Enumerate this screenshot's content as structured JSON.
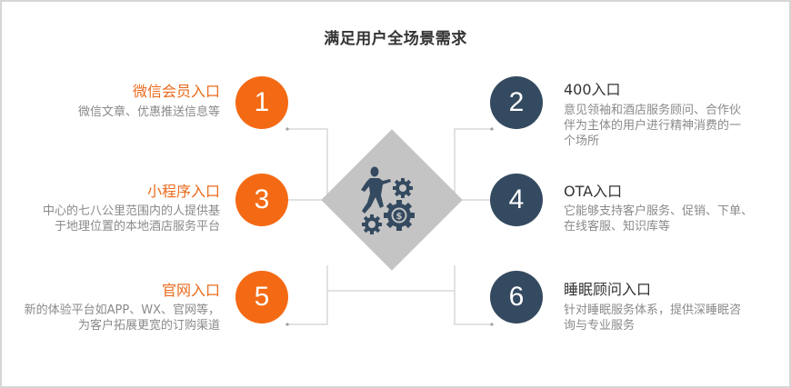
{
  "title": "满足用户全场景需求",
  "colors": {
    "orange": "#f46a14",
    "navy": "#344a60",
    "diamond": "#c4c4c4",
    "connector": "#d9d9d9",
    "icon": "#344a60"
  },
  "center": {
    "icon": "person-climbing-gears-dollar-icon"
  },
  "left_items": [
    {
      "number": "1",
      "title": "微信会员入口",
      "desc_lines": [
        "微信文章、优惠推送信息等"
      ]
    },
    {
      "number": "3",
      "title": "小程序入口",
      "desc_lines": [
        "中心的七八公里范围内的人提供基",
        "于地理位置的本地酒店服务平台"
      ]
    },
    {
      "number": "5",
      "title": "官网入口",
      "desc_lines": [
        "新的体验平台如APP、WX、官网等，",
        "为客户拓展更宽的订购渠道"
      ]
    }
  ],
  "right_items": [
    {
      "number": "2",
      "title": "400入口",
      "desc_lines": [
        "意见领袖和酒店服务顾问、合作伙",
        "伴为主体的用户进行精神消费的一",
        "个场所"
      ]
    },
    {
      "number": "4",
      "title": "OTA入口",
      "desc_lines": [
        "它能够支持客户服务、促销、下单、",
        "在线客服、知识库等"
      ]
    },
    {
      "number": "6",
      "title": "睡眠顾问入口",
      "desc_lines": [
        "针对睡眠服务体系，提供深睡眠咨",
        "询与专业服务"
      ]
    }
  ]
}
